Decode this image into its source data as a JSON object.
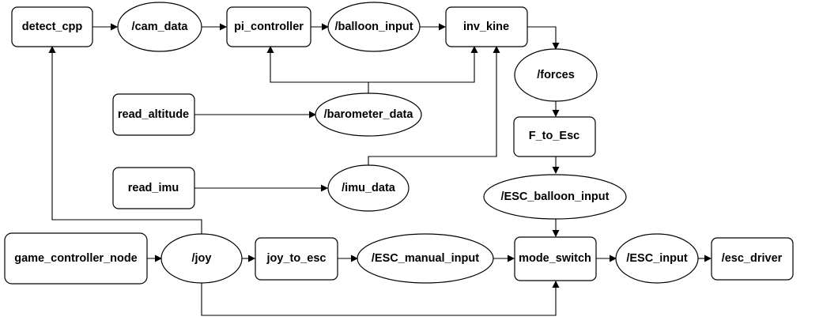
{
  "diagram": {
    "nodes": {
      "detect_cpp": "detect_cpp",
      "cam_data": "/cam_data",
      "pi_controller": "pi_controller",
      "balloon_input": "/balloon_input",
      "inv_kine": "inv_kine",
      "forces": "/forces",
      "read_altitude": "read_altitude",
      "barometer_data": "/barometer_data",
      "f_to_esc": "F_to_Esc",
      "read_imu": "read_imu",
      "imu_data": "/imu_data",
      "esc_balloon_input": "/ESC_balloon_input",
      "game_controller_node": "game_controller_node",
      "joy": "/joy",
      "joy_to_esc": "joy_to_esc",
      "esc_manual_input": "/ESC_manual_input",
      "mode_switch": "mode_switch",
      "esc_input": "/ESC_input",
      "esc_driver": "/esc_driver"
    }
  }
}
